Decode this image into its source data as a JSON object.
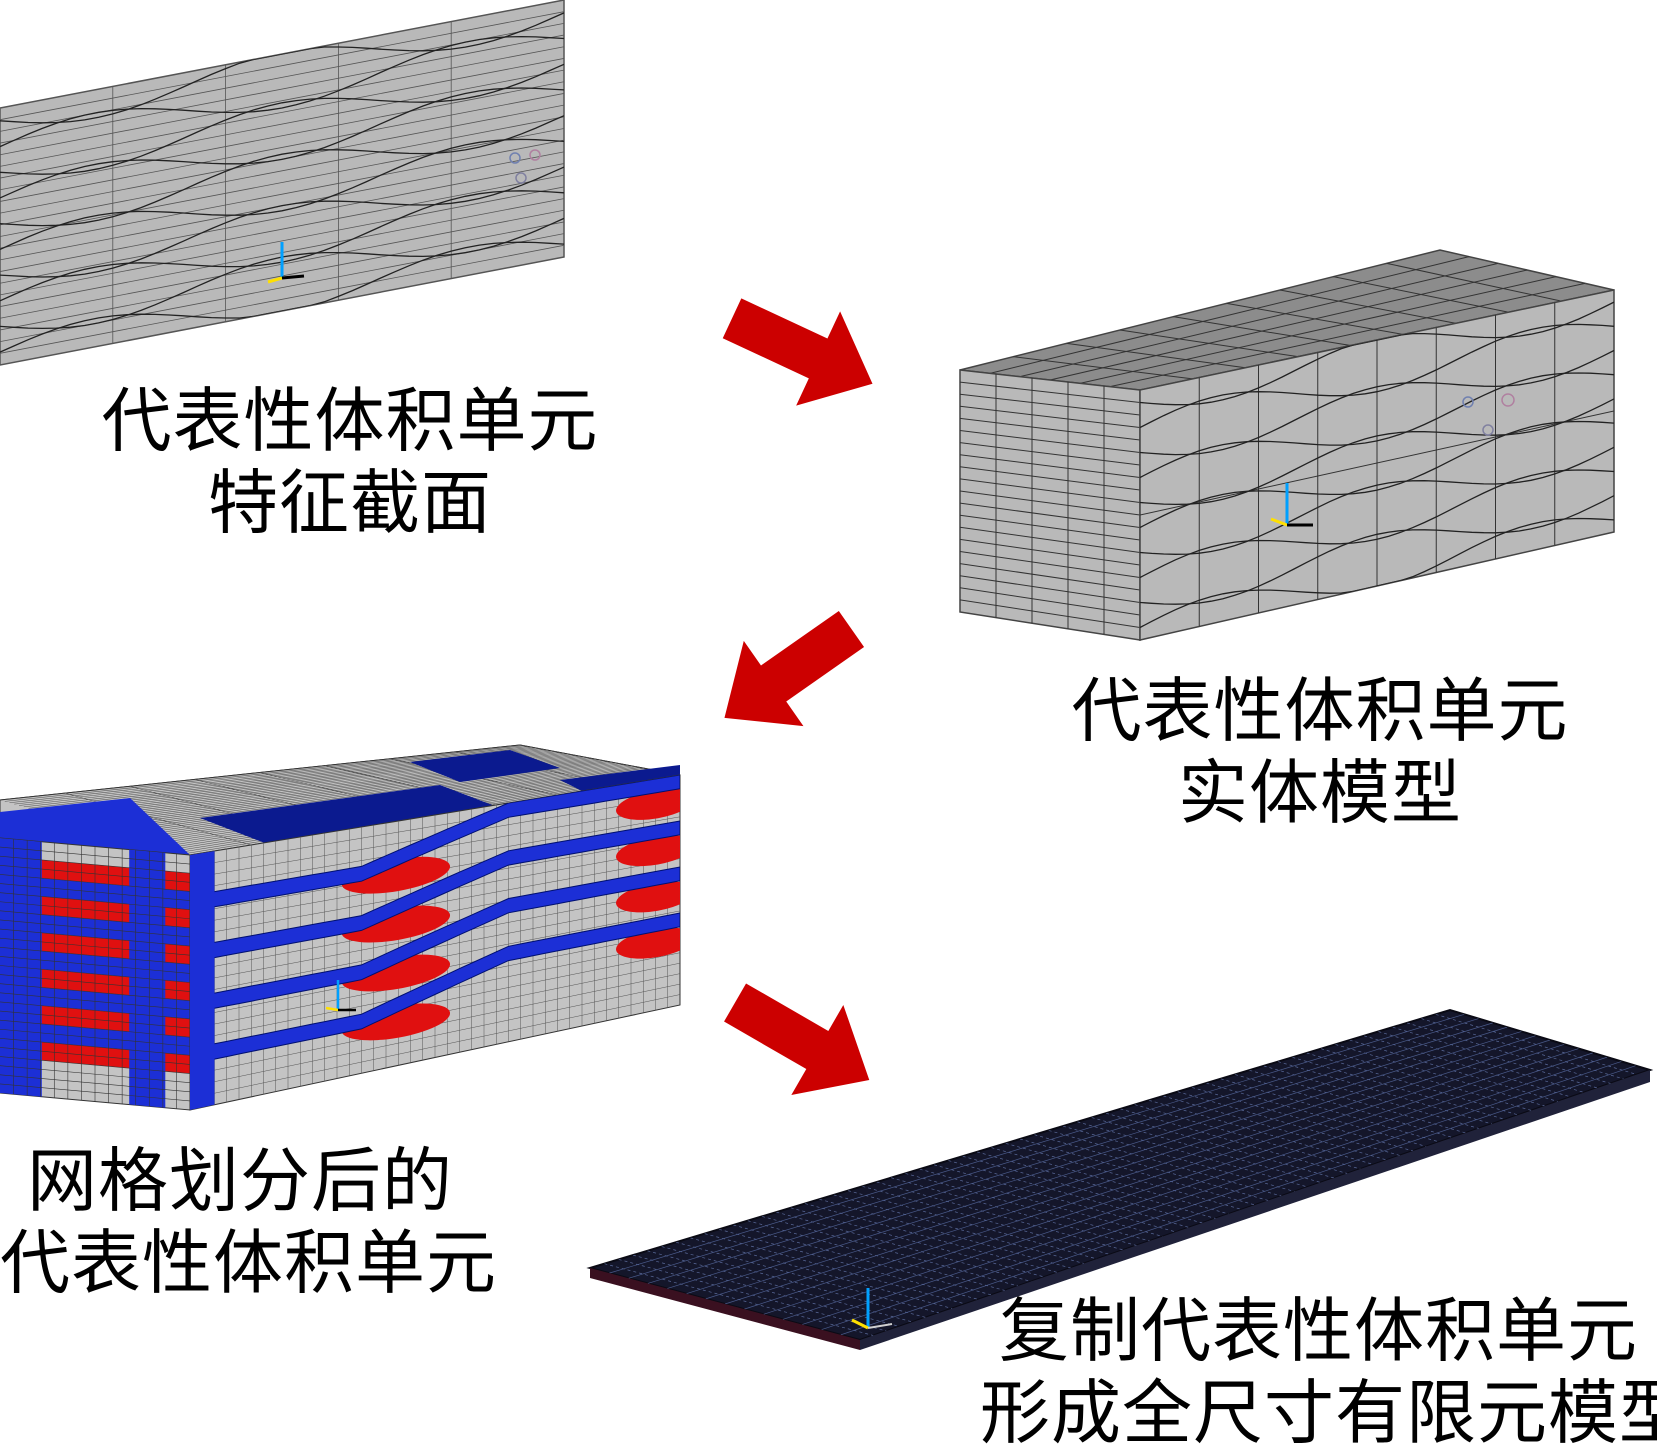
{
  "colors": {
    "mesh_gray": "#b9b9b9",
    "mesh_dark": "#8c8c8c",
    "grid_line": "#2a2a2a",
    "yarn_blue": "#1c2fd6",
    "yarn_navy": "#0b1a8f",
    "yarn_red": "#e01010",
    "arrow_red": "#cc0000",
    "plate_dark": "#14162a",
    "caption_text": "#000000"
  },
  "steps": [
    {
      "id": "cross-section",
      "line1": "代表性体积单元",
      "line2": "特征截面"
    },
    {
      "id": "solid-model",
      "line1": "代表性体积单元",
      "line2": "实体模型"
    },
    {
      "id": "meshed-model",
      "line1": "网格划分后的",
      "line2": "代表性体积单元"
    },
    {
      "id": "full-model",
      "line1": "复制代表性体积单元",
      "line2": "形成全尺寸有限元模型"
    }
  ],
  "flow": [
    "cross-section",
    "solid-model",
    "meshed-model",
    "full-model"
  ],
  "icons": {
    "arrow": "arrow-icon",
    "axis": "coordinate-axis-icon"
  }
}
